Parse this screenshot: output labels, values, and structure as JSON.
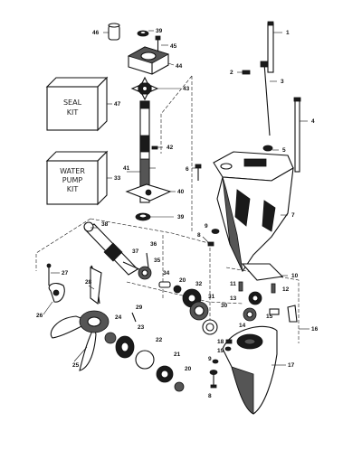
{
  "kits": {
    "seal": {
      "line1": "SEAL",
      "line2": "KIT",
      "number": "47"
    },
    "water_pump": {
      "line1": "WATER",
      "line2": "PUMP",
      "line3": "KIT",
      "number": "33"
    }
  },
  "callouts": [
    {
      "id": "c1",
      "text": "1"
    },
    {
      "id": "c2",
      "text": "2"
    },
    {
      "id": "c3",
      "text": "3"
    },
    {
      "id": "c4",
      "text": "4"
    },
    {
      "id": "c5",
      "text": "5"
    },
    {
      "id": "c6",
      "text": "6"
    },
    {
      "id": "c7",
      "text": "7"
    },
    {
      "id": "c8a",
      "text": "8"
    },
    {
      "id": "c9a",
      "text": "9"
    },
    {
      "id": "c10",
      "text": "10"
    },
    {
      "id": "c11",
      "text": "11"
    },
    {
      "id": "c12",
      "text": "12"
    },
    {
      "id": "c13",
      "text": "13"
    },
    {
      "id": "c14",
      "text": "14"
    },
    {
      "id": "c15",
      "text": "15"
    },
    {
      "id": "c16",
      "text": "16"
    },
    {
      "id": "c17",
      "text": "17"
    },
    {
      "id": "c18",
      "text": "18"
    },
    {
      "id": "c19",
      "text": "19"
    },
    {
      "id": "c9b",
      "text": "9"
    },
    {
      "id": "c8b",
      "text": "8"
    },
    {
      "id": "c20a",
      "text": "20"
    },
    {
      "id": "c21",
      "text": "21"
    },
    {
      "id": "c22",
      "text": "22"
    },
    {
      "id": "c23",
      "text": "23"
    },
    {
      "id": "c24",
      "text": "24"
    },
    {
      "id": "c25",
      "text": "25"
    },
    {
      "id": "c26",
      "text": "26"
    },
    {
      "id": "c27",
      "text": "27"
    },
    {
      "id": "c28",
      "text": "28"
    },
    {
      "id": "c29",
      "text": "29"
    },
    {
      "id": "c30",
      "text": "30"
    },
    {
      "id": "c31",
      "text": "31"
    },
    {
      "id": "c32",
      "text": "32"
    },
    {
      "id": "c20b",
      "text": "20"
    },
    {
      "id": "c34",
      "text": "34"
    },
    {
      "id": "c35",
      "text": "35"
    },
    {
      "id": "c36",
      "text": "36"
    },
    {
      "id": "c37",
      "text": "37"
    },
    {
      "id": "c38",
      "text": "38"
    },
    {
      "id": "c39a",
      "text": "39"
    },
    {
      "id": "c40",
      "text": "40"
    },
    {
      "id": "c41",
      "text": "41"
    },
    {
      "id": "c42",
      "text": "42"
    },
    {
      "id": "c43",
      "text": "43"
    },
    {
      "id": "c44",
      "text": "44"
    },
    {
      "id": "c45",
      "text": "45"
    },
    {
      "id": "c39b",
      "text": "39"
    },
    {
      "id": "c46",
      "text": "46"
    }
  ]
}
